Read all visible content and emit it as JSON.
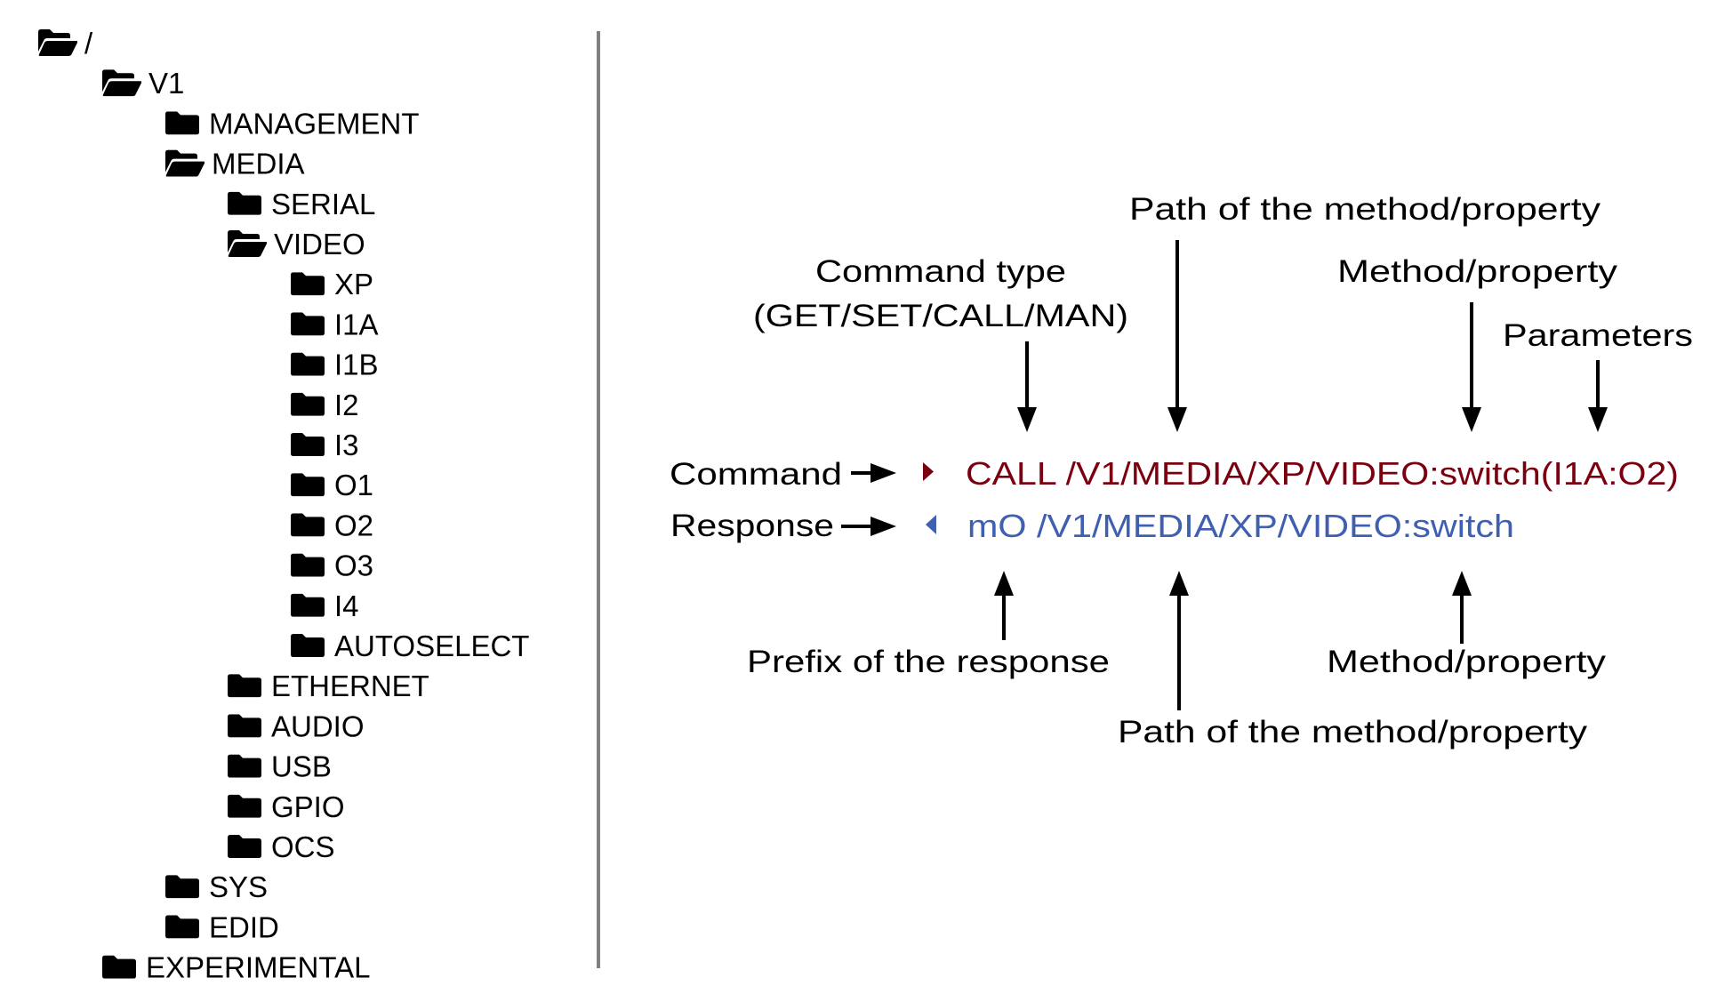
{
  "tree": {
    "items": [
      {
        "label": "/",
        "level": 0,
        "open": true
      },
      {
        "label": "V1",
        "level": 1,
        "open": true
      },
      {
        "label": "MANAGEMENT",
        "level": 2,
        "open": false
      },
      {
        "label": "MEDIA",
        "level": 2,
        "open": true
      },
      {
        "label": "SERIAL",
        "level": 3,
        "open": false
      },
      {
        "label": "VIDEO",
        "level": 3,
        "open": true
      },
      {
        "label": "XP",
        "level": 4,
        "open": false
      },
      {
        "label": "I1A",
        "level": 4,
        "open": false
      },
      {
        "label": "I1B",
        "level": 4,
        "open": false
      },
      {
        "label": "I2",
        "level": 4,
        "open": false
      },
      {
        "label": "I3",
        "level": 4,
        "open": false
      },
      {
        "label": "O1",
        "level": 4,
        "open": false
      },
      {
        "label": "O2",
        "level": 4,
        "open": false
      },
      {
        "label": "O3",
        "level": 4,
        "open": false
      },
      {
        "label": "I4",
        "level": 4,
        "open": false
      },
      {
        "label": "AUTOSELECT",
        "level": 4,
        "open": false
      },
      {
        "label": "ETHERNET",
        "level": 3,
        "open": false
      },
      {
        "label": "AUDIO",
        "level": 3,
        "open": false
      },
      {
        "label": "USB",
        "level": 3,
        "open": false
      },
      {
        "label": "GPIO",
        "level": 3,
        "open": false
      },
      {
        "label": "OCS",
        "level": 3,
        "open": false
      },
      {
        "label": "SYS",
        "level": 2,
        "open": false
      },
      {
        "label": "EDID",
        "level": 2,
        "open": false
      },
      {
        "label": "EXPERIMENTAL",
        "level": 1,
        "open": false
      }
    ],
    "icons": {
      "open": "folder-open-icon",
      "closed": "folder-icon"
    }
  },
  "diagram": {
    "command_label": "Command",
    "response_label": "Response",
    "command_text": "CALL /V1/MEDIA/XP/VIDEO:switch(I1A:O2)",
    "response_text": "mO /V1/MEDIA/XP/VIDEO:switch",
    "command_marker_icon": "triangle-right-icon",
    "response_marker_icon": "triangle-left-icon",
    "colors": {
      "command": "#7a0010",
      "response": "#3f5fb0",
      "divider": "#808080",
      "text": "#000000"
    },
    "top_annotations": {
      "command_type_line1": "Command type",
      "command_type_line2": "(GET/SET/CALL/MAN)",
      "path": "Path of the method/property",
      "method": "Method/property",
      "parameters": "Parameters"
    },
    "bottom_annotations": {
      "prefix": "Prefix of the response",
      "path": "Path of the method/property",
      "method": "Method/property"
    }
  }
}
